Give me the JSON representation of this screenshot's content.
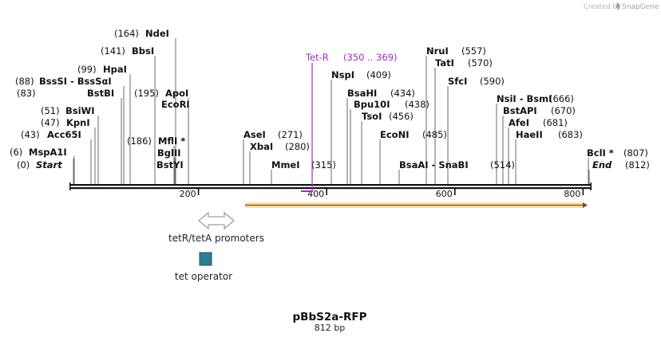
{
  "header": {
    "credit_text": "Created by",
    "brand": "SnapGene",
    "brand_color": "#9aa6b2"
  },
  "plasmid": {
    "name": "pBbS2a-RFP",
    "length_label": "812 bp",
    "length": 812
  },
  "axis": {
    "ticks": [
      {
        "value": 200,
        "label": "200"
      },
      {
        "value": 400,
        "label": "400"
      },
      {
        "value": 600,
        "label": "600"
      },
      {
        "value": 800,
        "label": "800"
      }
    ]
  },
  "sites": [
    {
      "pos": "(0)",
      "name": "Start",
      "at": 0,
      "italic": true
    },
    {
      "pos": "(6)",
      "name": "MspA1I",
      "at": 6
    },
    {
      "pos": "(43)",
      "name": "Acc65I",
      "at": 43
    },
    {
      "pos": "(47)",
      "name": "KpnI",
      "at": 47
    },
    {
      "pos": "(51)",
      "name": "BsiWI",
      "at": 51
    },
    {
      "pos": "(83)",
      "name": "BstBI",
      "at": 83
    },
    {
      "pos": "(88)",
      "name": "BssSI - BssSαI",
      "at": 88
    },
    {
      "pos": "(99)",
      "name": "HpaI",
      "at": 99
    },
    {
      "pos": "(141)",
      "name": "BbsI",
      "at": 141
    },
    {
      "pos": "(164)",
      "name": "NdeI",
      "at": 164
    },
    {
      "pos": "(186)",
      "name": "MflI *",
      "at": 186
    },
    {
      "pos": "",
      "name": "BglII",
      "at": 186
    },
    {
      "pos": "",
      "name": "BstYI",
      "at": 186
    },
    {
      "pos": "(195)",
      "name": "ApoI",
      "at": 195
    },
    {
      "pos": "",
      "name": "EcoRI",
      "at": 195
    },
    {
      "pos": "(271)",
      "name": "AseI",
      "at": 271
    },
    {
      "pos": "(280)",
      "name": "XbaI",
      "at": 280
    },
    {
      "pos": "(315)",
      "name": "MmeI",
      "at": 315
    },
    {
      "pos": "(409)",
      "name": "NspI",
      "at": 409
    },
    {
      "pos": "(434)",
      "name": "BsaHI",
      "at": 434
    },
    {
      "pos": "(438)",
      "name": "Bpu10I",
      "at": 438
    },
    {
      "pos": "(456)",
      "name": "TsoI",
      "at": 456
    },
    {
      "pos": "(485)",
      "name": "EcoNI",
      "at": 485
    },
    {
      "pos": "(514)",
      "name": "BsaAI - SnaBI",
      "at": 514
    },
    {
      "pos": "(557)",
      "name": "NruI",
      "at": 557
    },
    {
      "pos": "(570)",
      "name": "TatI",
      "at": 570
    },
    {
      "pos": "(590)",
      "name": "SfcI",
      "at": 590
    },
    {
      "pos": "(666)",
      "name": "NsiI - BsmI",
      "at": 666
    },
    {
      "pos": "(670)",
      "name": "BstAPI",
      "at": 670
    },
    {
      "pos": "(681)",
      "name": "AfeI",
      "at": 681
    },
    {
      "pos": "(683)",
      "name": "HaeII",
      "at": 683
    },
    {
      "pos": "(807)",
      "name": "BclI *",
      "at": 807
    },
    {
      "pos": "(812)",
      "name": "End",
      "at": 812,
      "italic": true
    }
  ],
  "primer": {
    "name": "Tet-R",
    "range": "(350 .. 369)",
    "start": 350,
    "end": 369,
    "color": "#a52cc4"
  },
  "features": [
    {
      "label": "tetR/tetA promoters",
      "type": "promoter",
      "start": 201,
      "end": 256,
      "color": "#ffffff"
    },
    {
      "label": "tet operator",
      "type": "operator",
      "start": 204,
      "end": 222,
      "color": "#2e7d95"
    },
    {
      "label": "",
      "type": "cds",
      "start": 261,
      "end": 812,
      "color": "#f2c66d"
    }
  ]
}
